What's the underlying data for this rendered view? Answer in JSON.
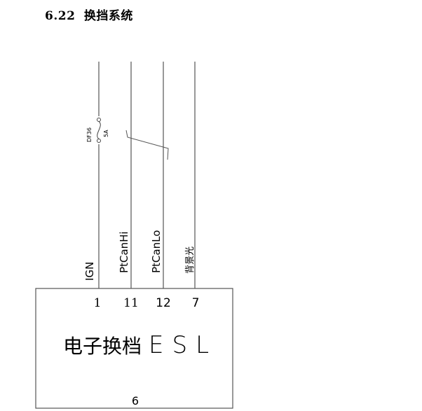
{
  "section": {
    "number": "6.22",
    "title": "换挡系统"
  },
  "fuse": {
    "id": "DF36",
    "rating": "5A"
  },
  "wires": [
    {
      "id": "ign",
      "label": "IGN",
      "pin": "1"
    },
    {
      "id": "ptcanhi",
      "label": "PtCanHi",
      "pin": "11"
    },
    {
      "id": "ptcanlo",
      "label": "PtCanLo",
      "pin": "12"
    },
    {
      "id": "backlight",
      "label": "背景光",
      "pin": "7"
    }
  ],
  "module": {
    "name_cn": "电子换档",
    "name_code": "ESL",
    "number": "6"
  },
  "colors": {
    "line": "#555555",
    "text": "#000000"
  }
}
